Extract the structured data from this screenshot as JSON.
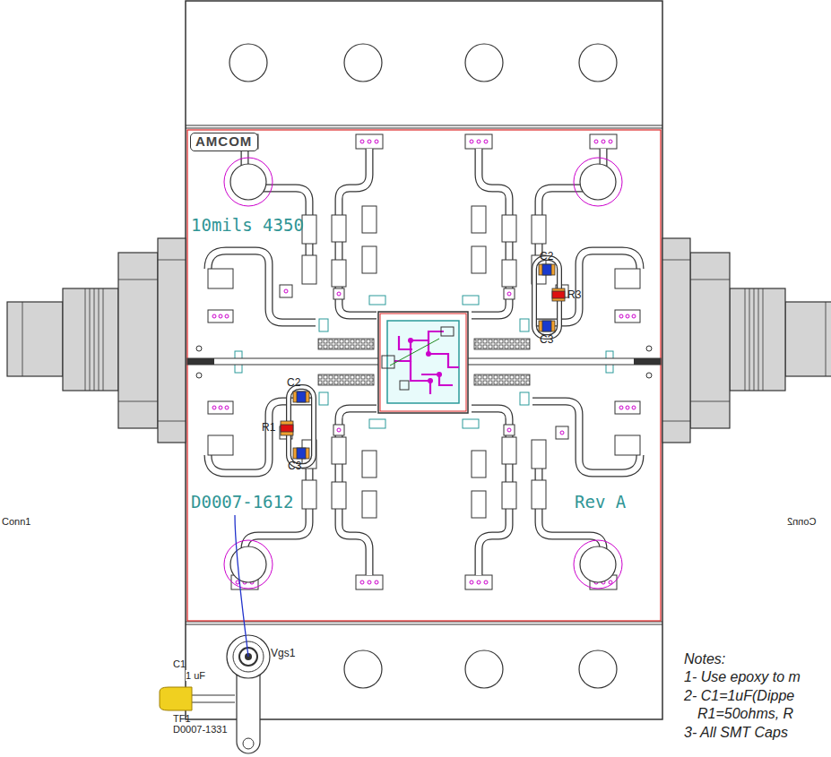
{
  "diagram": {
    "nodes": [
      {
        "text": [
          "AMCOM"
        ]
      }
    ],
    "labels": [
      "10mils 4350",
      "C2",
      "R3",
      "C3",
      "Conn1",
      "Conn2",
      "C2",
      "R1",
      "C3",
      "D0007-1612",
      "Rev A",
      "Notes:",
      "1- Use epoxy to m",
      "2- C1=1uF(Dippe",
      "R1=50ohms, R",
      "3- All SMT Caps",
      "Vgs1",
      "C1",
      "1 uF",
      "TF1",
      "D0007-1331"
    ]
  }
}
